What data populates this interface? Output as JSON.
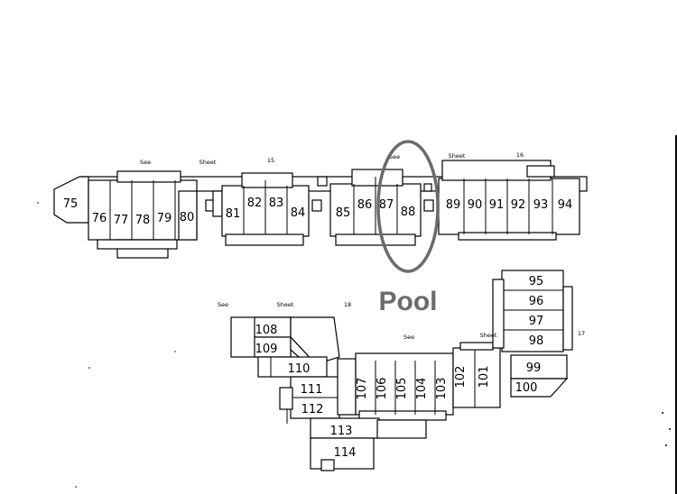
{
  "sheet_notes": {
    "top_see": "See",
    "top_sheet": "Sheet",
    "top_15": "15",
    "top_see2": "See",
    "top_sheet2": "Sheet",
    "top_16": "16",
    "bot_see": "See",
    "bot_sheet": "Sheet",
    "bot_18": "18",
    "mid_see": "See",
    "mid_sheet": "Sheet",
    "side_17": "17"
  },
  "pool_label": "Pool",
  "units": {
    "u75": "75",
    "u76": "76",
    "u77": "77",
    "u78": "78",
    "u79": "79",
    "u80": "80",
    "u81": "81",
    "u82": "82",
    "u83": "83",
    "u84": "84",
    "u85": "85",
    "u86": "86",
    "u87": "87",
    "u88": "88",
    "u89": "89",
    "u90": "90",
    "u91": "91",
    "u92": "92",
    "u93": "93",
    "u94": "94",
    "u95": "95",
    "u96": "96",
    "u97": "97",
    "u98": "98",
    "u99": "99",
    "u100": "100",
    "u101": "101",
    "u102": "102",
    "u103": "103",
    "u104": "104",
    "u105": "105",
    "u106": "106",
    "u107": "107",
    "u108": "108",
    "u109": "109",
    "u110": "110",
    "u111": "111",
    "u112": "112",
    "u113": "113",
    "u114": "114"
  }
}
